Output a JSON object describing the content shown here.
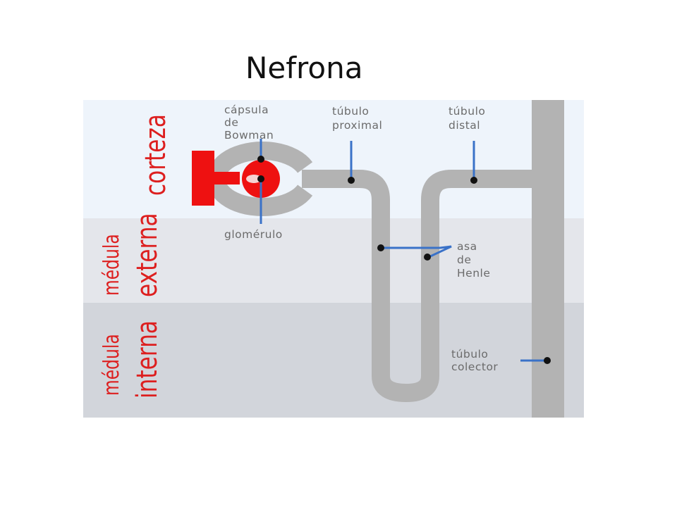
{
  "title": "Nefrona",
  "zones": {
    "corteza": "corteza",
    "medula_externa_1": "médula",
    "medula_externa_2": "externa",
    "medula_interna_1": "médula",
    "medula_interna_2": "interna"
  },
  "labels": {
    "capsula_1": "cápsula",
    "capsula_2": "de",
    "capsula_3": "Bowman",
    "proximal_1": "túbulo",
    "proximal_2": "proximal",
    "distal_1": "túbulo",
    "distal_2": "distal",
    "glomerulo": "glomérulo",
    "asa_1": "asa",
    "asa_2": "de",
    "asa_3": "Henle",
    "colector_1": "túbulo",
    "colector_2": "colector"
  },
  "colors": {
    "cortex_bg": "#eef4fb",
    "outer_medulla_bg": "#e4e6eb",
    "inner_medulla_bg": "#d2d5db",
    "tubule": "#b3b3b3",
    "glomerulus": "#ee1111",
    "pointer": "#3a72c8",
    "zone_text": "#dd1f1f",
    "label_text": "#6b6b6b"
  }
}
